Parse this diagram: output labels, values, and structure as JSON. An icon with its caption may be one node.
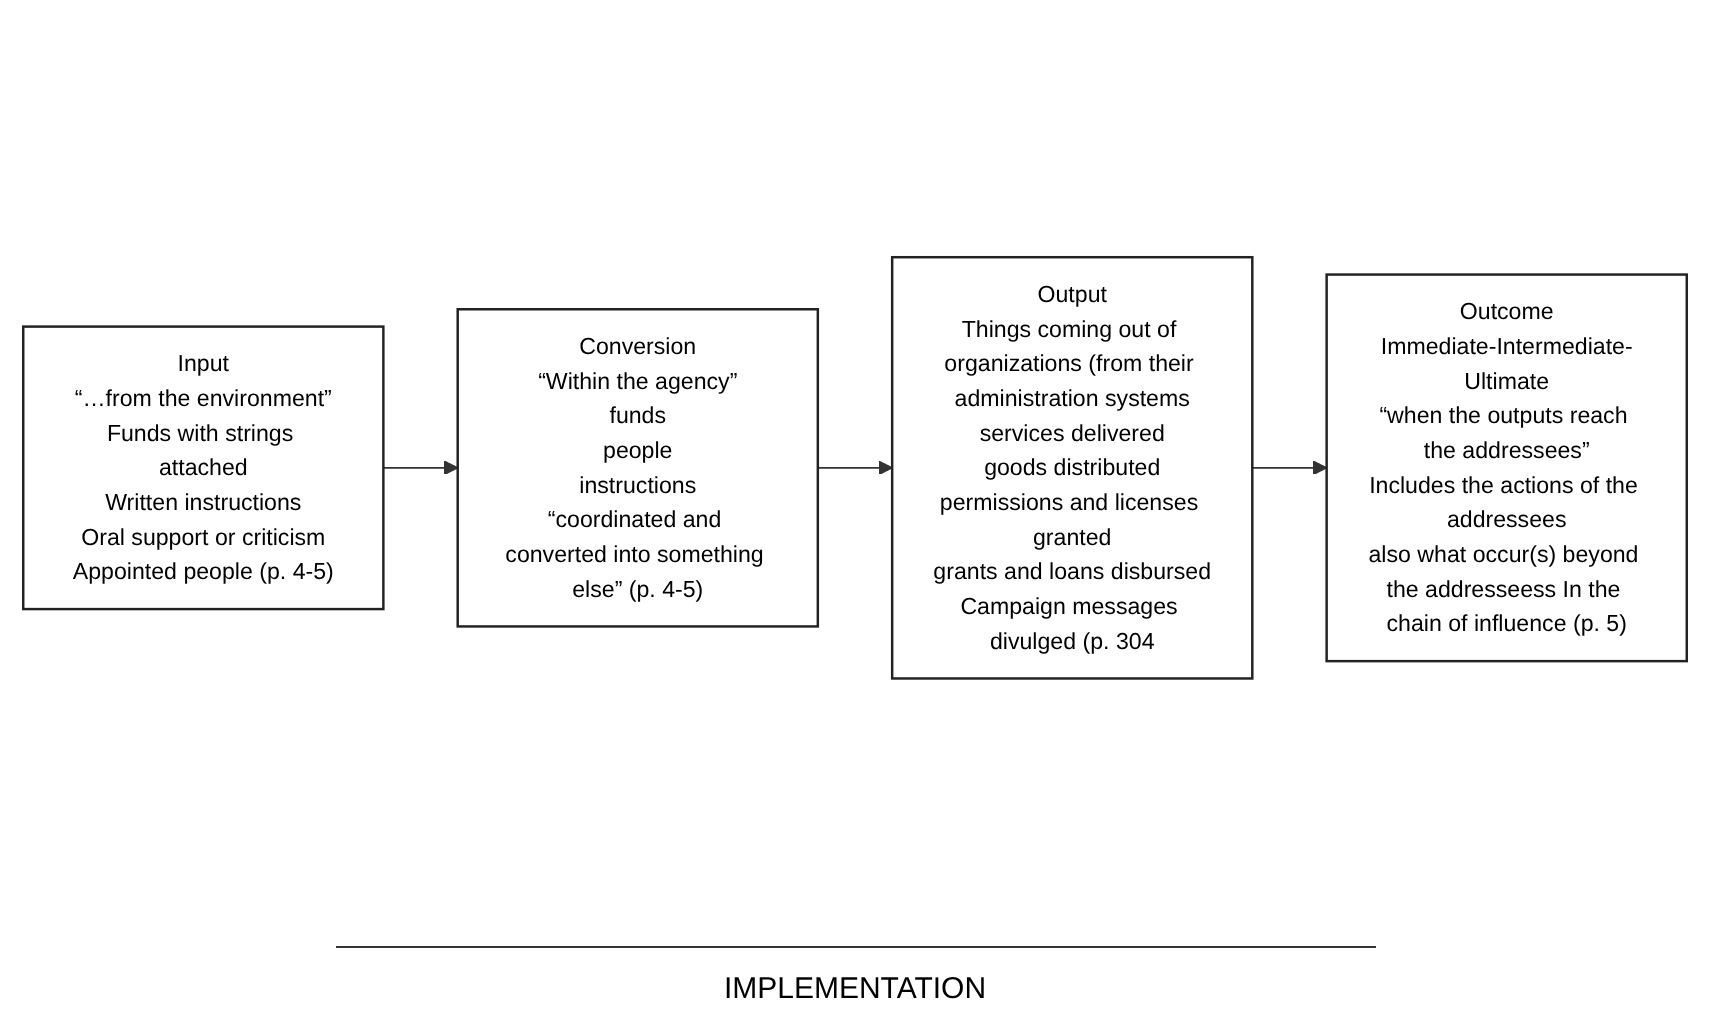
{
  "diagram": {
    "caption": "IMPLEMENTATION",
    "nodes": [
      {
        "text": [
          "Input",
          "“…from the environment”",
          "Funds with strings attached",
          "Written instructions",
          "Oral support or criticism",
          "Appointed people (p. 4-5)"
        ]
      },
      {
        "text": [
          "Conversion",
          "“Within the agency”",
          "funds",
          "people",
          "instructions",
          "“coordinated and converted into something else” (p. 4-5)"
        ]
      },
      {
        "text": [
          "Output",
          "Things coming out of organizations (from their administration systems",
          "services delivered",
          "goods distributed",
          "permissions and licenses granted",
          "grants and loans disbursed",
          "Campaign messages divulged (p. 304"
        ]
      },
      {
        "text": [
          "Outcome",
          "Immediate-Intermediate-Ultimate",
          "“when the outputs reach the addressees”",
          "Includes the actions of the addressees",
          "also what occur(s) beyond the addresseess In the chain of influence (p. 5)"
        ]
      }
    ],
    "edges": [
      {
        "from": 0,
        "to": 1,
        "arrow": "to"
      },
      {
        "from": 1,
        "to": 2,
        "arrow": "to"
      },
      {
        "from": 2,
        "to": 3,
        "arrow": "to"
      }
    ]
  }
}
